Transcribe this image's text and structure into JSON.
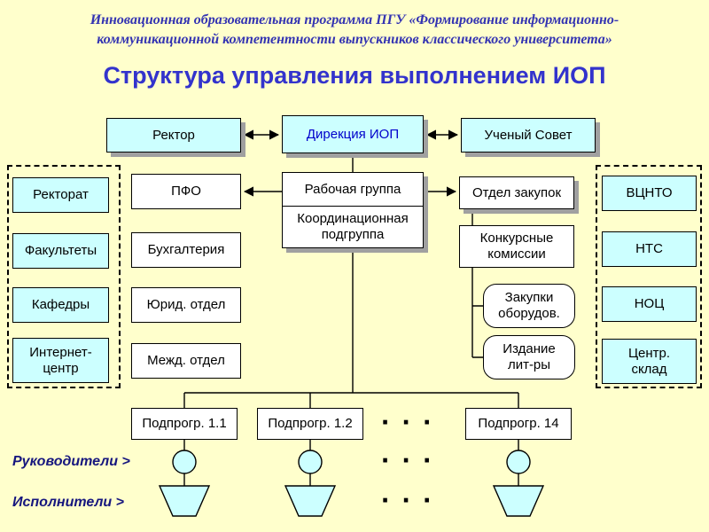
{
  "header": {
    "subtitle": "Инновационная образовательная программа ПГУ «Формирование информационно-коммуникационной компетентности выпускников классического университета»",
    "title": "Структура управления выполнением ИОП"
  },
  "colors": {
    "background": "#FFFFCC",
    "node_cyan": "#CCFFFF",
    "node_white": "#FFFFFF",
    "title_blue": "#3333CC",
    "directorate_text": "#0000CC",
    "legend_navy": "#16167E"
  },
  "top_row": {
    "rector": "Ректор",
    "directorate": "Дирекция ИОП",
    "academic_council": "Ученый Совет"
  },
  "left_group": {
    "items": [
      "Ректорат",
      "Факультеты",
      "Кафедры",
      "Интернет-\nцентр"
    ]
  },
  "admin_column": {
    "items": [
      "ПФО",
      "Бухгалтерия",
      "Юрид. отдел",
      "Межд. отдел"
    ]
  },
  "center": {
    "working_group": "Рабочая группа",
    "coordination_subgroup": "Координационная\nподгруппа"
  },
  "procurement": {
    "department": "Отдел закупок",
    "commissions": "Конкурсные\nкомиссии",
    "equipment": "Закупки\nоборудов.",
    "publishing": "Издание\nлит-ры"
  },
  "right_group": {
    "items": [
      "ВЦНТО",
      "НТС",
      "НОЦ",
      "Центр.\nсклад"
    ]
  },
  "subprograms": {
    "items": [
      "Подпрогр. 1.1",
      "Подпрогр. 1.2",
      "Подпрогр. 14"
    ],
    "ellipsis": "· · ·"
  },
  "legend": {
    "leaders": "Руководители >",
    "executors": "Исполнители >"
  }
}
